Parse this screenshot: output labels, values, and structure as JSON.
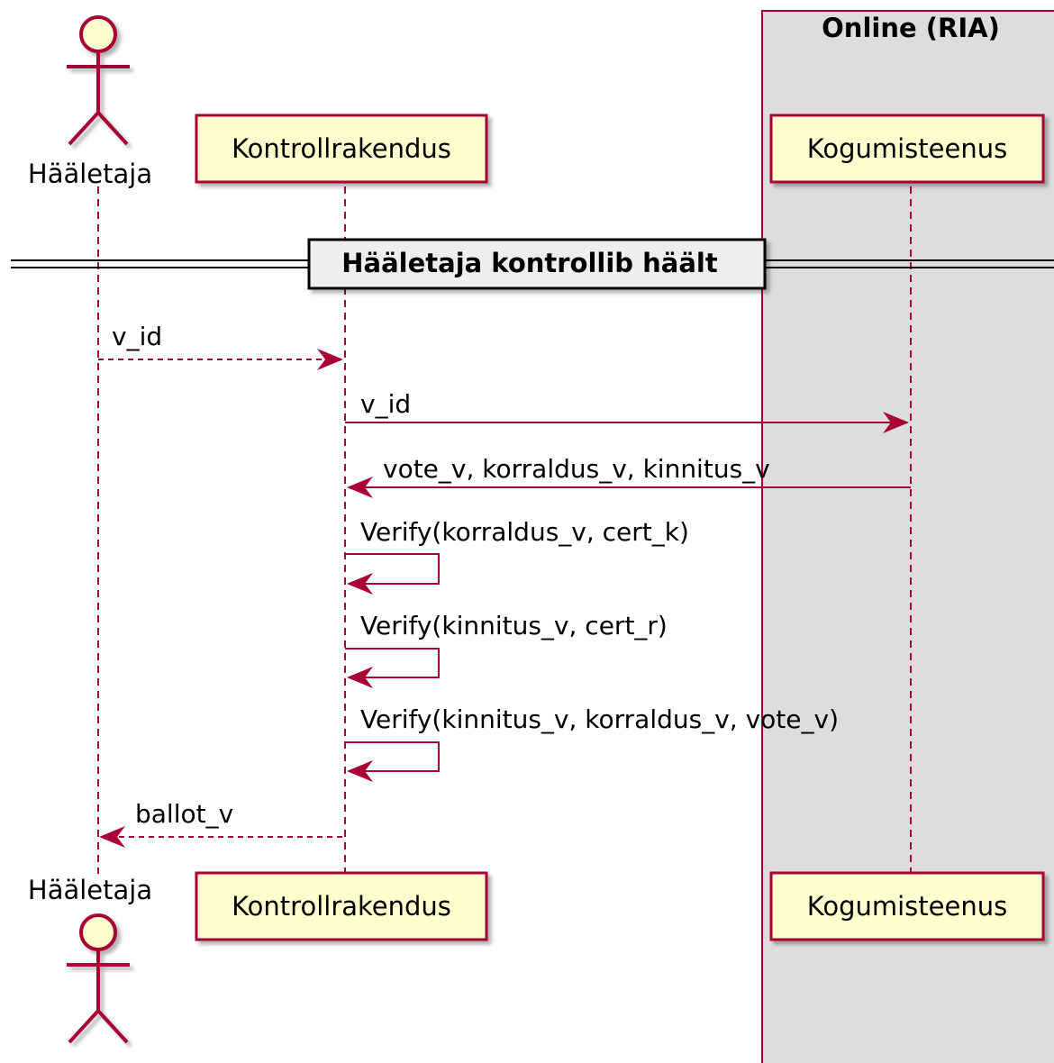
{
  "colors": {
    "line": "#A80036",
    "participant_fill": "#FEFECE",
    "box_fill": "#DDDDDD",
    "divider_fill": "#EEEEEE",
    "text": "#000000"
  },
  "box": {
    "title": "Online (RIA)"
  },
  "participants": {
    "voter": {
      "label": "Hääletaja",
      "kind": "actor"
    },
    "verifier": {
      "label": "Kontrollrakendus",
      "kind": "participant"
    },
    "collector": {
      "label": "Kogumisteenus",
      "kind": "participant"
    }
  },
  "divider": {
    "title": "Hääletaja kontrollib häält"
  },
  "messages": [
    {
      "from": "voter",
      "to": "verifier",
      "label": "v_id",
      "style": "dashed"
    },
    {
      "from": "verifier",
      "to": "collector",
      "label": "v_id",
      "style": "solid"
    },
    {
      "from": "collector",
      "to": "verifier",
      "label": "vote_v, korraldus_v, kinnitus_v",
      "style": "solid"
    },
    {
      "from": "verifier",
      "to": "verifier",
      "label": "Verify(korraldus_v, cert_k)",
      "style": "self"
    },
    {
      "from": "verifier",
      "to": "verifier",
      "label": "Verify(kinnitus_v, cert_r)",
      "style": "self"
    },
    {
      "from": "verifier",
      "to": "verifier",
      "label": "Verify(kinnitus_v, korraldus_v, vote_v)",
      "style": "self"
    },
    {
      "from": "verifier",
      "to": "voter",
      "label": "ballot_v",
      "style": "dashed"
    }
  ]
}
